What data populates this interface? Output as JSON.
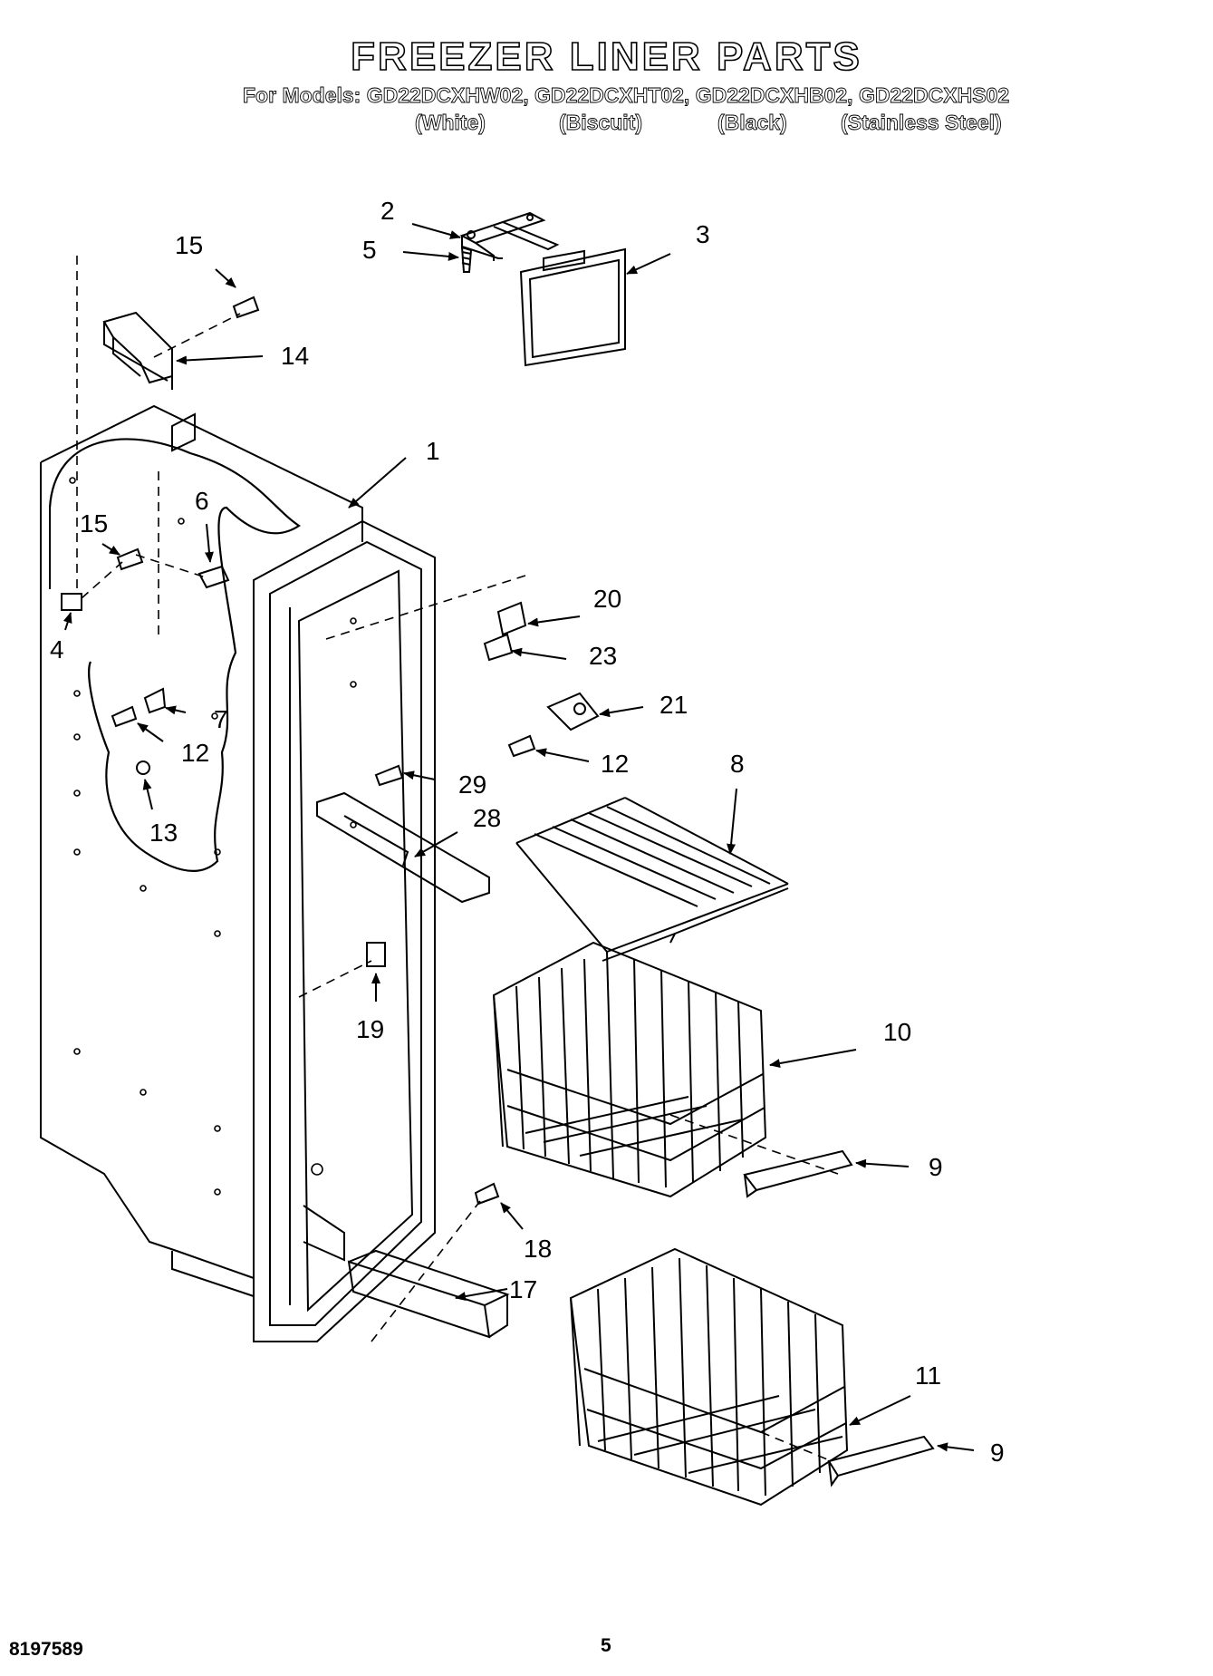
{
  "header": {
    "title": "FREEZER LINER PARTS",
    "models_line": "For Models: GD22DCXHW02, GD22DCXHT02, GD22DCXHB02, GD22DCXHS02",
    "colors": [
      "(White)",
      "(Biscuit)",
      "(Black)",
      "(Stainless Steel)"
    ]
  },
  "callouts": {
    "c1": "1",
    "c2": "2",
    "c3": "3",
    "c4": "4",
    "c5": "5",
    "c6": "6",
    "c7": "7",
    "c8": "8",
    "c9a": "9",
    "c9b": "9",
    "c10": "10",
    "c11": "11",
    "c12a": "12",
    "c12b": "12",
    "c13": "13",
    "c14": "14",
    "c15a": "15",
    "c15b": "15",
    "c17": "17",
    "c18": "18",
    "c19": "19",
    "c20": "20",
    "c21": "21",
    "c23": "23",
    "c28": "28",
    "c29": "29"
  },
  "footer": {
    "doc_number": "8197589",
    "page_number": "5"
  }
}
